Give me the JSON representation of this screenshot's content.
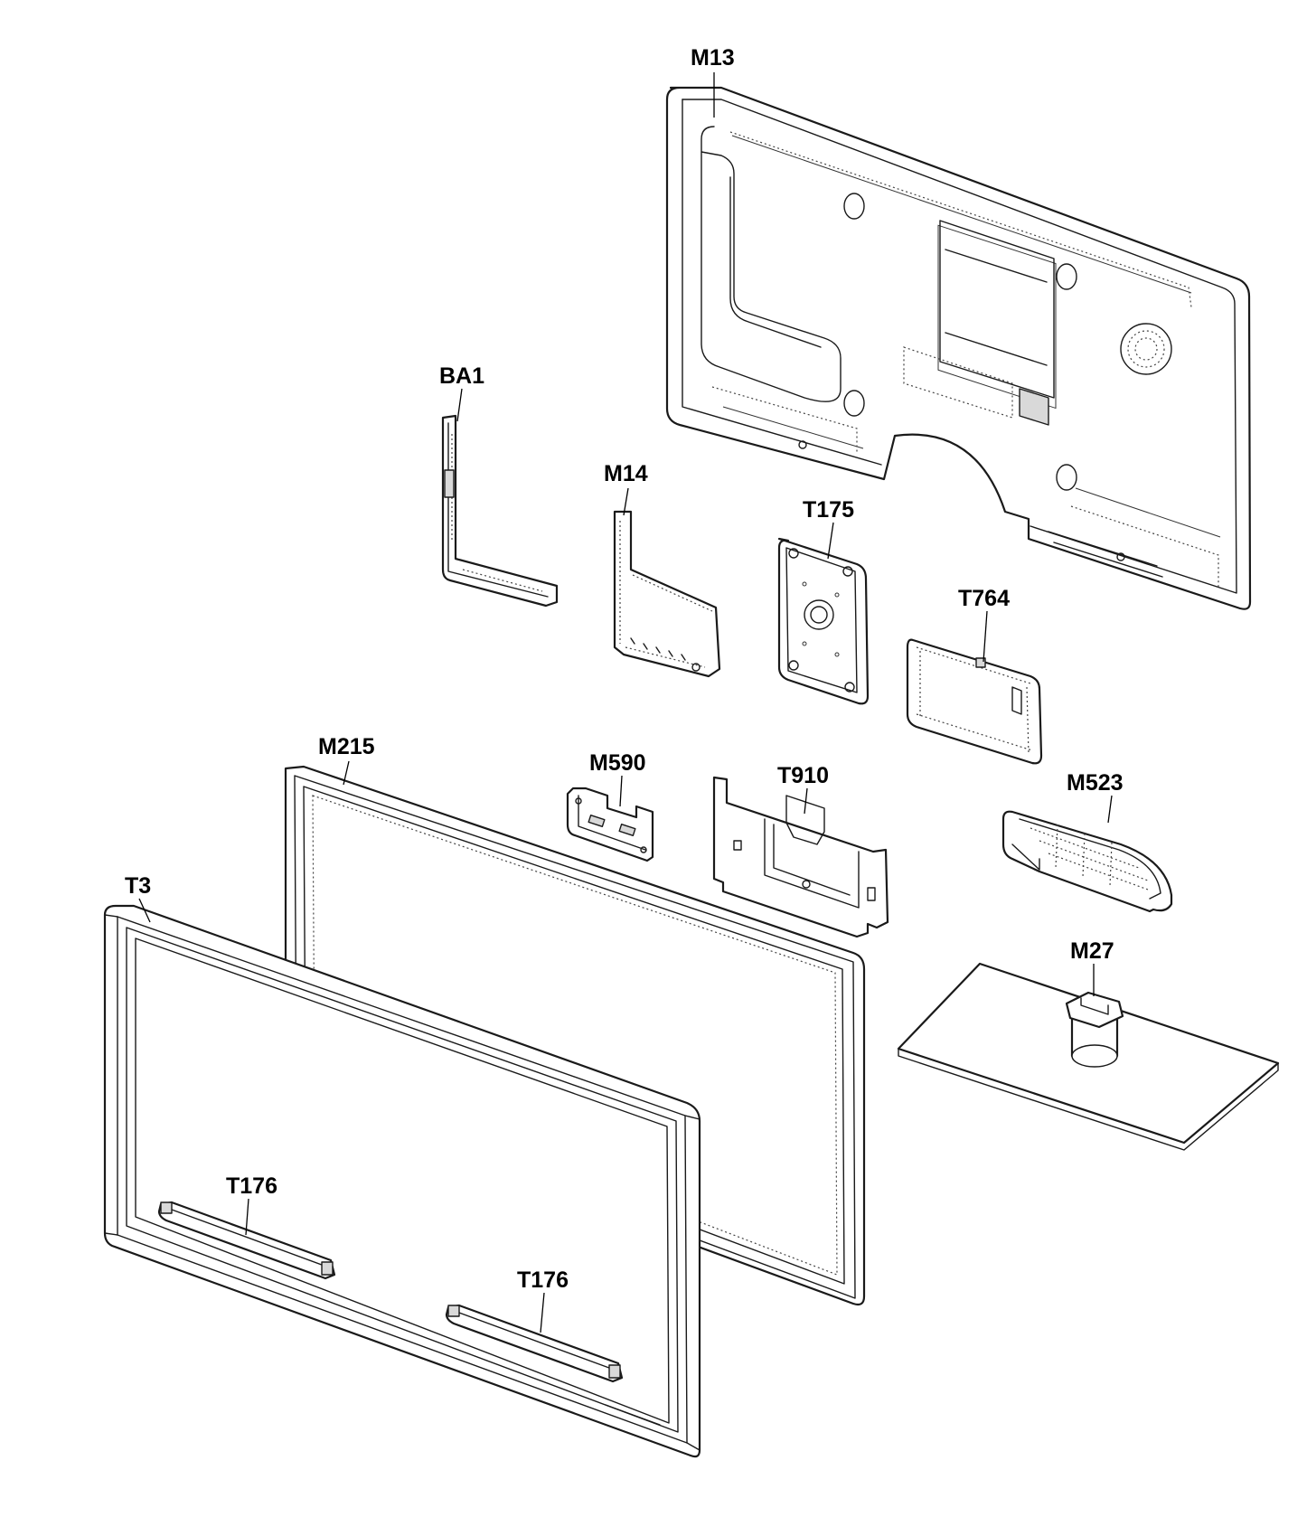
{
  "diagram": {
    "callouts": [
      {
        "id": "m13",
        "text": "M13"
      },
      {
        "id": "ba1",
        "text": "BA1"
      },
      {
        "id": "m14",
        "text": "M14"
      },
      {
        "id": "t175",
        "text": "T175"
      },
      {
        "id": "t764",
        "text": "T764"
      },
      {
        "id": "m215",
        "text": "M215"
      },
      {
        "id": "m590",
        "text": "M590"
      },
      {
        "id": "t910",
        "text": "T910"
      },
      {
        "id": "m523",
        "text": "M523"
      },
      {
        "id": "t3",
        "text": "T3"
      },
      {
        "id": "m27",
        "text": "M27"
      },
      {
        "id": "t176a",
        "text": "T176"
      },
      {
        "id": "t176b",
        "text": "T176"
      }
    ]
  }
}
